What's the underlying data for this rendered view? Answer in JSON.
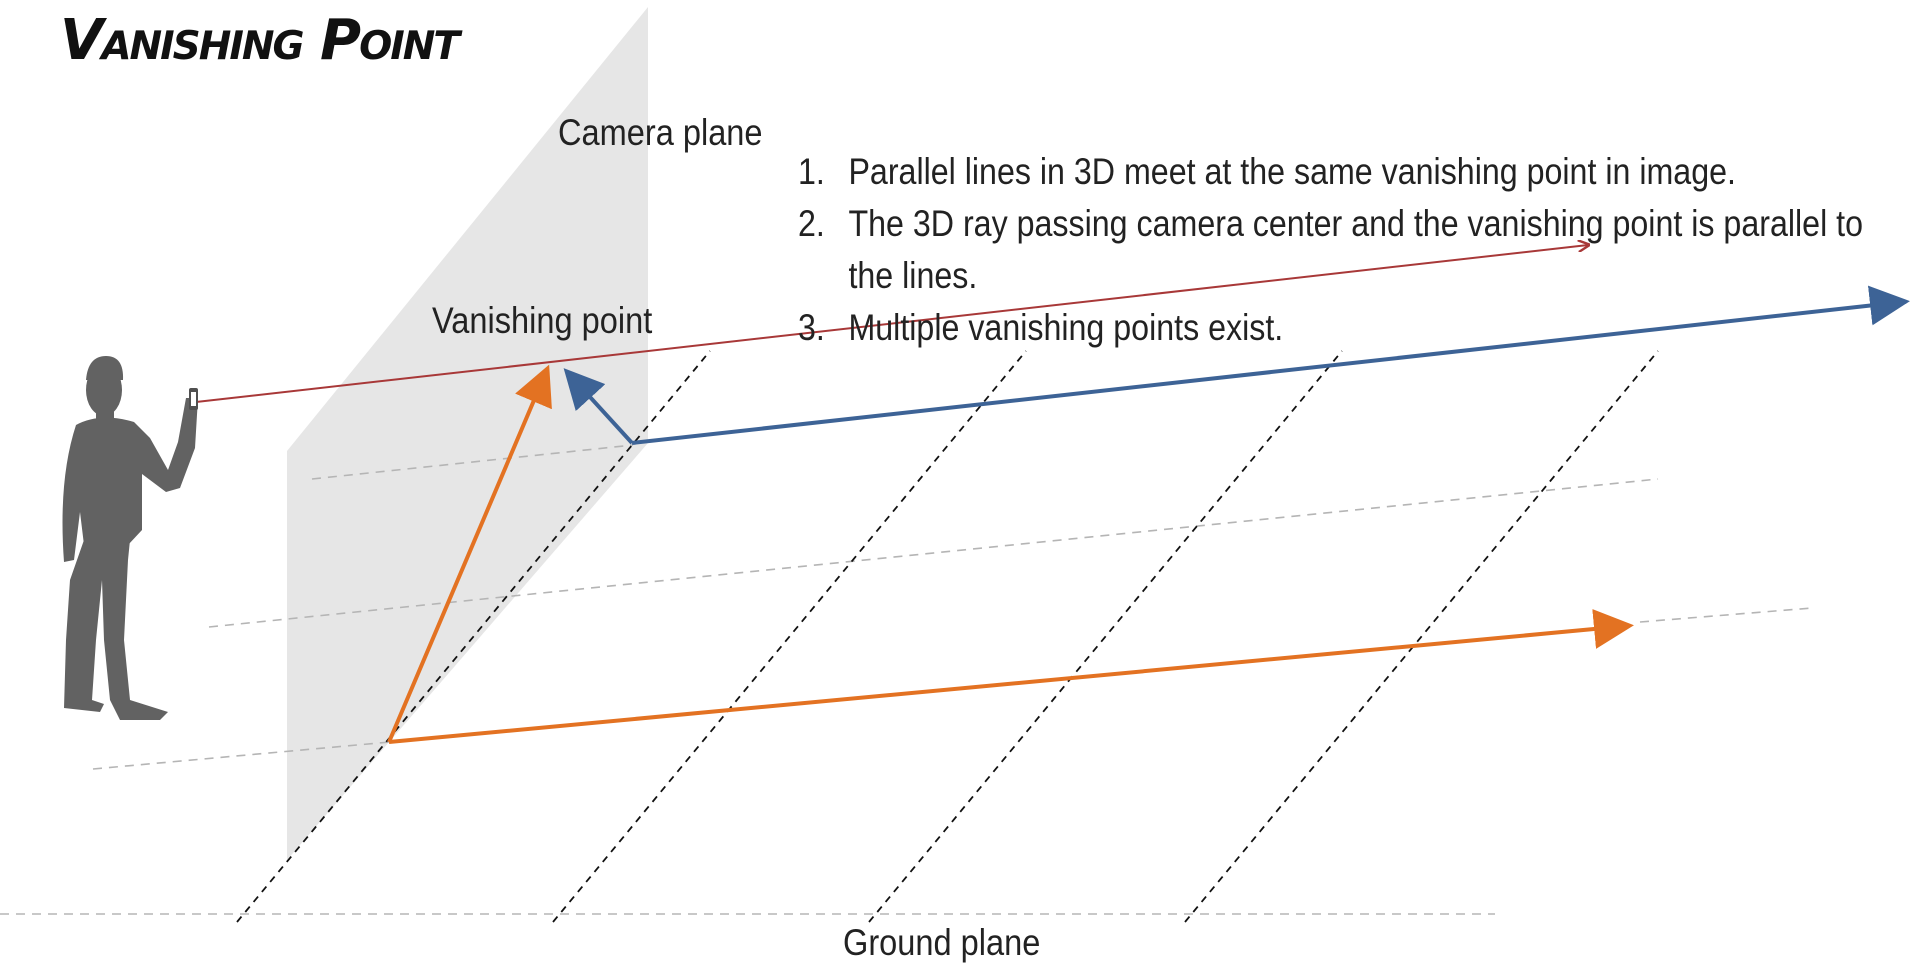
{
  "title": "Vanishing Point",
  "labels": {
    "camera_plane": "Camera plane",
    "vanishing_point": "Vanishing point",
    "ground_plane": "Ground plane"
  },
  "facts": [
    {
      "num": "1.",
      "text": "Parallel lines in 3D meet at the same vanishing point in image."
    },
    {
      "num": "2.",
      "text": "The 3D ray passing camera center and the vanishing point is parallel to the lines."
    },
    {
      "num": "3.",
      "text": "Multiple vanishing points exist."
    }
  ],
  "colors": {
    "orange": "#e37222",
    "blue": "#3d6396",
    "dark_red": "#a83838",
    "camera_plane_fill": "#e6e6e6",
    "person": "#626262",
    "grid_dashed": "#111111",
    "faint_dashed": "#b5b5b5"
  },
  "icons": {
    "person": "person-holding-phone-icon"
  }
}
